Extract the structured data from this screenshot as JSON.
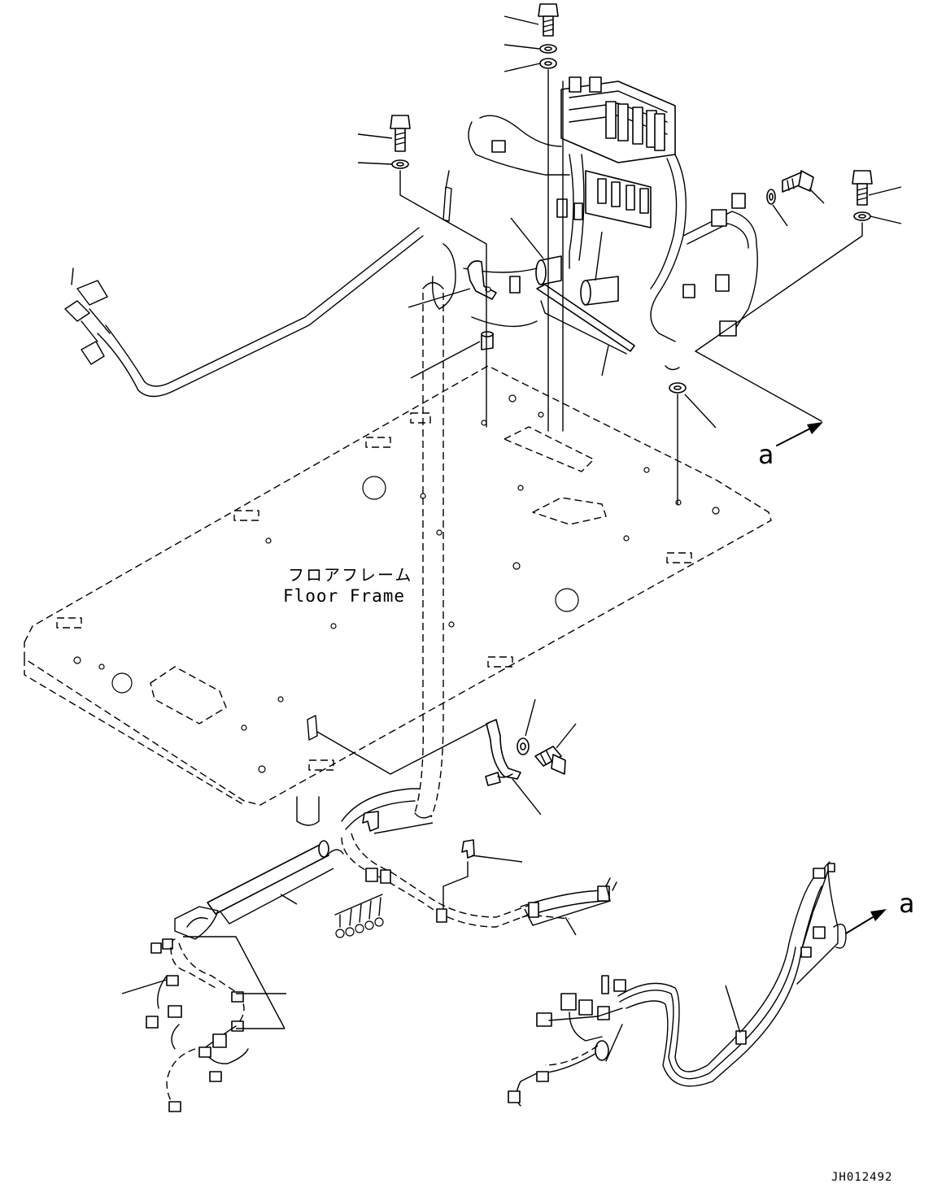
{
  "labels": {
    "floor_frame_jp": "フロアフレーム",
    "floor_frame_en": "Floor Frame",
    "view_marker_top": "a",
    "view_marker_bottom": "a",
    "drawing_number": "JH012492"
  },
  "icons": {
    "bolt": "bolt-icon",
    "washer": "washer-icon",
    "arrow": "arrow-icon",
    "connector": "connector-icon",
    "clamp": "clamp-icon"
  },
  "colors": {
    "line": "#000000",
    "background": "#ffffff"
  }
}
